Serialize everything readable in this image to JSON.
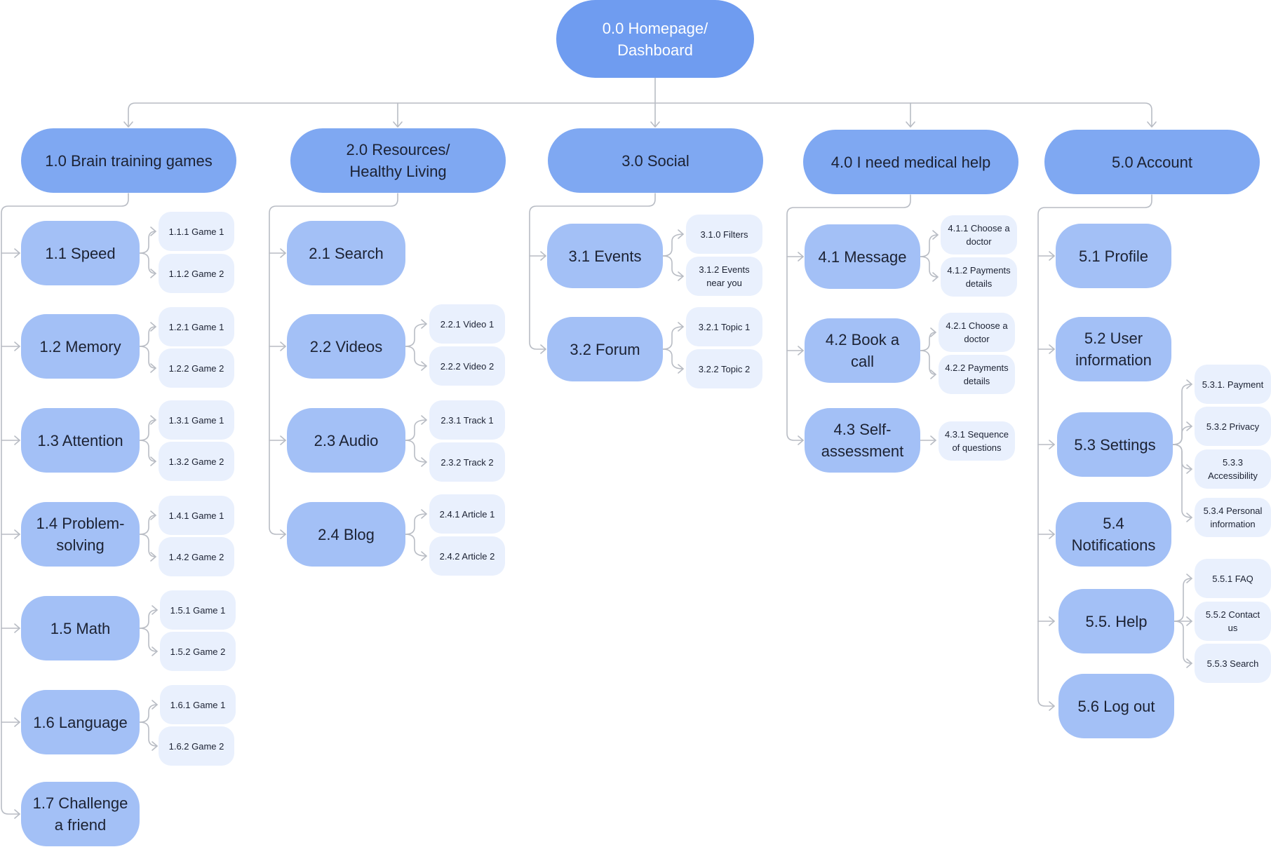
{
  "colors": {
    "root": "#6f9cf0",
    "category": "#7fa8f2",
    "subcategory": "#a3c0f6",
    "leaf": "#e9f0fd",
    "connector": "#b8bcc4"
  },
  "sitemap": {
    "root": "0.0 Homepage/\nDashboard",
    "sections": [
      {
        "label": "1.0 Brain training games",
        "items": [
          {
            "label": "1.1 Speed",
            "children": [
              "1.1.1 Game 1",
              "1.1.2 Game 2"
            ]
          },
          {
            "label": "1.2 Memory",
            "children": [
              "1.2.1 Game 1",
              "1.2.2 Game 2"
            ]
          },
          {
            "label": "1.3 Attention",
            "children": [
              "1.3.1 Game 1",
              "1.3.2 Game 2"
            ]
          },
          {
            "label": "1.4 Problem-\nsolving",
            "children": [
              "1.4.1 Game 1",
              "1.4.2 Game 2"
            ]
          },
          {
            "label": "1.5 Math",
            "children": [
              "1.5.1 Game 1",
              "1.5.2 Game 2"
            ]
          },
          {
            "label": "1.6 Language",
            "children": [
              "1.6.1 Game 1",
              "1.6.2 Game 2"
            ]
          },
          {
            "label": "1.7 Challenge\na friend",
            "children": []
          }
        ]
      },
      {
        "label": "2.0 Resources/\nHealthy Living",
        "items": [
          {
            "label": "2.1 Search",
            "children": []
          },
          {
            "label": "2.2 Videos",
            "children": [
              "2.2.1 Video 1",
              "2.2.2 Video 2"
            ]
          },
          {
            "label": "2.3 Audio",
            "children": [
              "2.3.1 Track 1",
              "2.3.2 Track 2"
            ]
          },
          {
            "label": "2.4 Blog",
            "children": [
              "2.4.1 Article 1",
              "2.4.2 Article 2"
            ]
          }
        ]
      },
      {
        "label": "3.0 Social",
        "items": [
          {
            "label": "3.1 Events",
            "children": [
              "3.1.0 Filters",
              "3.1.2 Events\nnear you"
            ]
          },
          {
            "label": "3.2 Forum",
            "children": [
              "3.2.1 Topic 1",
              "3.2.2 Topic 2"
            ]
          }
        ]
      },
      {
        "label": "4.0 I need medical help",
        "items": [
          {
            "label": "4.1 Message",
            "children": [
              "4.1.1 Choose a\ndoctor",
              "4.1.2 Payments\ndetails"
            ]
          },
          {
            "label": "4.2 Book a\ncall",
            "children": [
              "4.2.1 Choose a\ndoctor",
              "4.2.2 Payments\ndetails"
            ]
          },
          {
            "label": "4.3 Self-\nassessment",
            "children": [
              "4.3.1 Sequence\nof questions"
            ]
          }
        ]
      },
      {
        "label": "5.0 Account",
        "items": [
          {
            "label": "5.1 Profile",
            "children": []
          },
          {
            "label": "5.2 User\ninformation",
            "children": []
          },
          {
            "label": "5.3 Settings",
            "children": [
              "5.3.1. Payment",
              "5.3.2 Privacy",
              "5.3.3\nAccessibility",
              "5.3.4 Personal\ninformation"
            ]
          },
          {
            "label": "5.4\nNotifications",
            "children": []
          },
          {
            "label": "5.5. Help",
            "children": [
              "5.5.1 FAQ",
              "5.5.2 Contact\nus",
              "5.5.3 Search"
            ]
          },
          {
            "label": "5.6 Log out",
            "children": []
          }
        ]
      }
    ]
  }
}
